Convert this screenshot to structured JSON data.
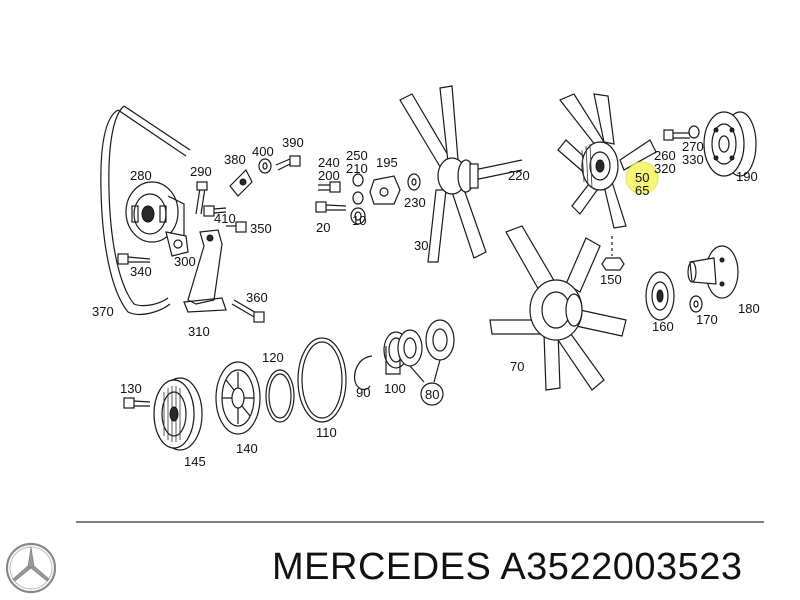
{
  "labels": {
    "belt": "370",
    "tensioner_pulley": "280",
    "tensioner_bolt_a": "290",
    "tensioner_clip": "380",
    "washer_400": "400",
    "bolt_390": "390",
    "bolt_410": "410",
    "nut_350": "350",
    "bolt_340": "340",
    "bracket_300": "300",
    "arm_360": "360",
    "arm_310": "310",
    "bolt_240": "240",
    "bolt_200": "200",
    "washer_250": "250",
    "washer_210": "210",
    "coupling_195": "195",
    "bolt_20": "20",
    "ring_10": "10",
    "spacer_230": "230",
    "stud_220": "220",
    "fan_30": "30",
    "bolt_260": "260",
    "bolt_320": "320",
    "washer_270": "270",
    "washer_330": "330",
    "pulley_190": "190",
    "callout_50": "50",
    "label_65": "65",
    "nut_150": "150",
    "seal_160": "160",
    "washer_170": "170",
    "hub_180": "180",
    "fan_70": "70",
    "bolt_130": "130",
    "damper_145": "145",
    "pulley_140": "140",
    "ring_120": "120",
    "gasket_110": "110",
    "circlip_90": "90",
    "bearing_100": "100",
    "bearing_80": "80"
  },
  "colors": {
    "highlight": "#f5f56a",
    "line": "#1a1a1a"
  },
  "logo": "mercedes-star-icon",
  "footer": {
    "title": "MERCEDES A3522003523"
  }
}
